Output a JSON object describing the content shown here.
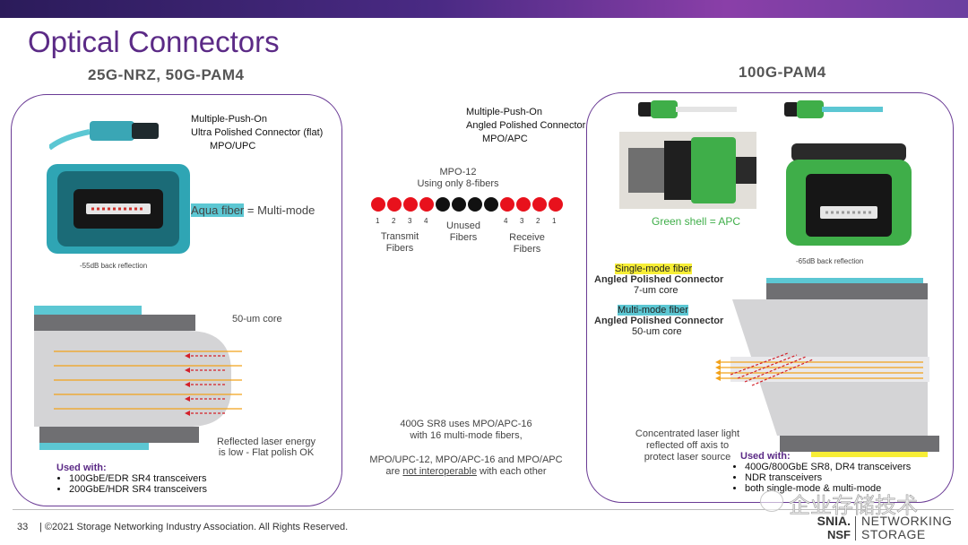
{
  "slide": {
    "title": "Optical Connectors",
    "left_heading": "25G-NRZ, 50G-PAM4",
    "right_heading": "100G-PAM4"
  },
  "left_panel": {
    "connector_name_l1": "Multiple-Push-On",
    "connector_name_l2": "Ultra Polished Connector (flat)",
    "connector_name_l3": "MPO/UPC",
    "aqua_fiber": "Aqua fiber",
    "aqua_fiber_suffix": " = Multi-mode",
    "back_reflection": "-55dB back reflection",
    "core_label": "50-um core",
    "reflected_l1": "Reflected laser energy",
    "reflected_l2": "is low - Flat polish OK",
    "used_with_heading": "Used with:",
    "used_with": [
      "100GbE/EDR SR4 transceivers",
      "200GbE/HDR SR4 transceivers"
    ]
  },
  "middle": {
    "apc_l1": "Multiple-Push-On",
    "apc_l2": "Angled Polished Connector",
    "apc_l3": "MPO/APC",
    "mpo12_l1": "MPO-12",
    "mpo12_l2": "Using only 8-fibers",
    "left_nums": [
      "1",
      "2",
      "3",
      "4"
    ],
    "right_nums": [
      "4",
      "3",
      "2",
      "1"
    ],
    "transmit_l1": "Transmit",
    "transmit_l2": "Fibers",
    "unused_l1": "Unused",
    "unused_l2": "Fibers",
    "receive_l1": "Receive",
    "receive_l2": "Fibers",
    "note1_l1": "400G SR8 uses MPO/APC-16",
    "note1_l2": "with 16 multi-mode fibers,",
    "note2_l1": "MPO/UPC-12, MPO/APC-16 and MPO/APC",
    "note2_l2a": "are ",
    "note2_l2b": "not interoperable",
    "note2_l2c": " with each other"
  },
  "right_panel": {
    "green_shell": "Green shell = APC",
    "back_reflection": "-65dB back reflection",
    "sm_fiber": "Single-mode fiber",
    "sm_l2": "Angled Polished Connector",
    "sm_l3": "7-um core",
    "mm_fiber": "Multi-mode fiber",
    "mm_l2": "Angled Polished Connector",
    "mm_l3": "50-um core",
    "conc_l1": "Concentrated laser light",
    "conc_l2": "reflected off axis to",
    "conc_l3": "protect laser source",
    "used_with_heading": "Used with:",
    "used_with": [
      "400G/800GbE SR8, DR4 transceivers",
      "NDR transceivers",
      "both single-mode & multi-mode"
    ]
  },
  "footer": {
    "page_number": "33",
    "copyright": "| ©2021 Storage Networking Industry Association. All Rights Reserved.",
    "watermark": "企业存储技术",
    "snia_l1": "SNIA.",
    "snia_l2": "NSF",
    "nw_l1": "NETWORKING",
    "nw_l2": "STORAGE"
  },
  "colors": {
    "accent_purple": "#5b2a86",
    "aqua": "#5cc7d3",
    "fiber_red": "#e8111c",
    "green": "#3fae49",
    "highlight_yellow": "#f7ee36"
  }
}
